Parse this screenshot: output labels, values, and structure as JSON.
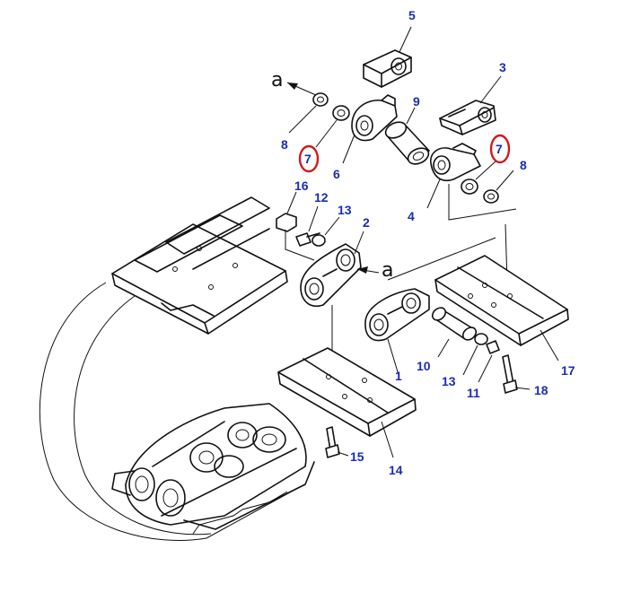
{
  "diagram": {
    "part_labels": {
      "p1": "1",
      "p2": "2",
      "p3": "3",
      "p4": "4",
      "p5": "5",
      "p6": "6",
      "p7_left": "7",
      "p7_right": "7",
      "p8_left": "8",
      "p8_right": "8",
      "p9": "9",
      "p10": "10",
      "p11": "11",
      "p12": "12",
      "p13_top": "13",
      "p13_bottom": "13",
      "p14": "14",
      "p15": "15",
      "p16": "16",
      "p17": "17",
      "p18": "18"
    },
    "view_refs": {
      "top": "a",
      "middle": "a"
    },
    "colors": {
      "label": "#1a2db5",
      "highlight": "#d11a1a",
      "line": "#111111"
    }
  }
}
